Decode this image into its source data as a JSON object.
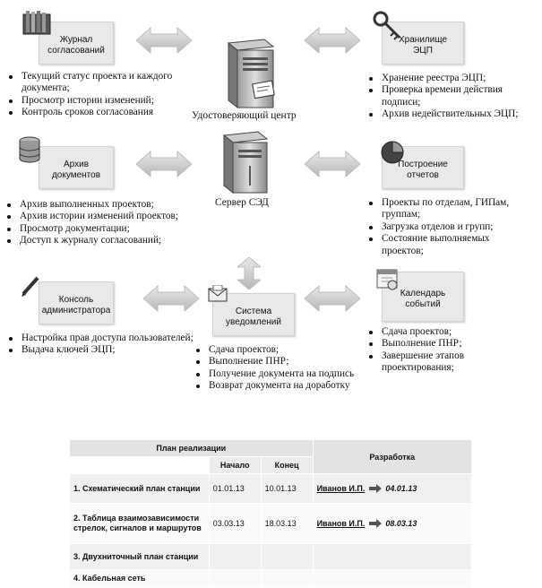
{
  "nodes": {
    "journal": {
      "label": "Журнал\nсогласований",
      "icon": "folders-icon"
    },
    "storage": {
      "label": "Хранилище\nЭЦП",
      "icon": "key-icon"
    },
    "archive": {
      "label": "Архив\nдокументов",
      "icon": "database-icon"
    },
    "reports": {
      "label": "Построение\nотчетов",
      "icon": "pie-chart-icon"
    },
    "console": {
      "label": "Консоль\nадминистратора",
      "icon": "pen-icon"
    },
    "notify": {
      "label": "Система\nуведомлений",
      "icon": "envelope-icon"
    },
    "calendar": {
      "label": "Календарь\nсобытий",
      "icon": "calendar-icon"
    }
  },
  "servers": {
    "cert_center": "Удостоверяющий центр",
    "sed_server": "Сервер СЭД"
  },
  "lists": {
    "journal": [
      "Текущий статус проекта и каждого документа;",
      "Просмотр истории изменений;",
      "Контроль сроков согласования"
    ],
    "storage": [
      "Хранение реестра ЭЦП;",
      "Проверка времени действия подписи;",
      "Архив недействительных ЭЦП;"
    ],
    "archive": [
      "Архив выполненных проектов;",
      "Архив истории изменений проектов;",
      "Просмотр документации;",
      "Доступ к журналу согласований;"
    ],
    "reports": [
      "Проекты по отделам, ГИПам, группам;",
      "Загрузка отделов и групп;",
      "Состояние выполняемых проектов;"
    ],
    "console": [
      "Настройка прав доступа пользователей;",
      "Выдача ключей ЭЦП;"
    ],
    "notify": [
      "Сдача проектов;",
      "Выполнение ПНР;",
      "Получение документа на подпись",
      "Возврат документа на доработку"
    ],
    "calendar": [
      "Сдача проектов;",
      "Выполнение ПНР;",
      "Завершение этапов проектирования;"
    ]
  },
  "plan_table": {
    "header_plan": "План реализации",
    "header_start": "Начало",
    "header_end": "Конец",
    "header_dev": "Разработка",
    "rows": [
      {
        "name": "1. Схематический план станции",
        "start": "01.01.13",
        "end": "10.01.13",
        "dev": "Иванов И.П.",
        "dev_date": "04.01.13"
      },
      {
        "name": "2. Таблица взаимозависимости стрелок, сигналов и маршрутов",
        "start": "03.03.13",
        "end": "18.03.13",
        "dev": "Иванов И.П.",
        "dev_date": "08.03.13"
      },
      {
        "name": "3. Двухниточный план станции",
        "start": "",
        "end": "",
        "dev": "",
        "dev_date": ""
      },
      {
        "name": "4. Кабельная сеть",
        "start": "",
        "end": "",
        "dev": "",
        "dev_date": ""
      }
    ]
  }
}
